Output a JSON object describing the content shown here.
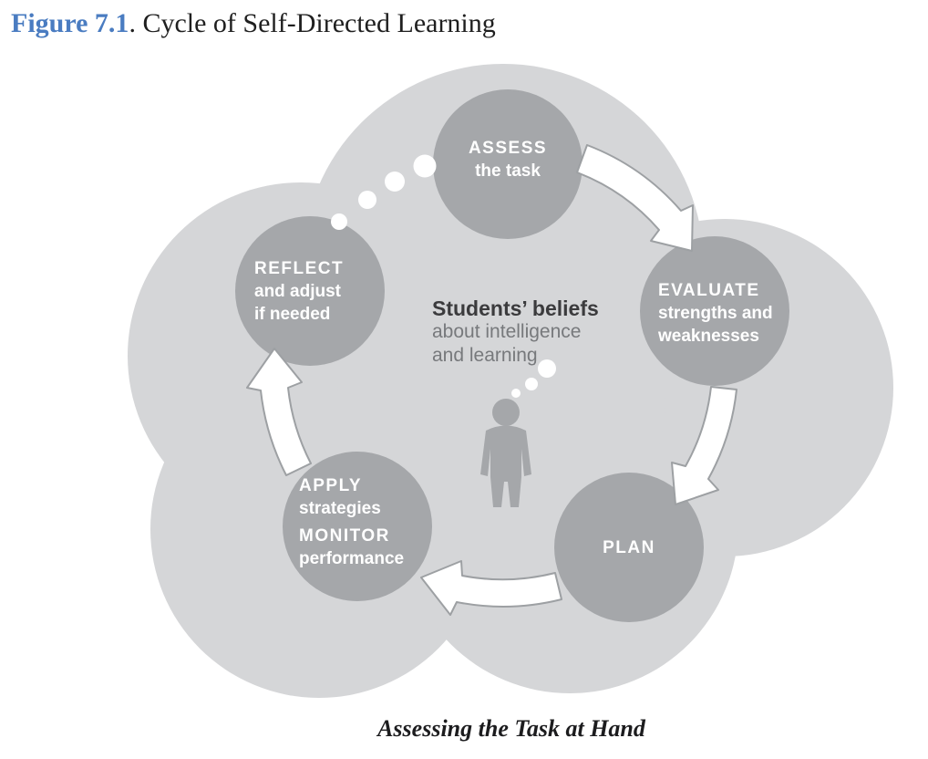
{
  "title": {
    "figure_label": "Figure 7.1",
    "rest": ". Cycle of Self-Directed Learning"
  },
  "caption": "Assessing the Task at Hand",
  "center_text": {
    "line1": "Students’ beliefs",
    "line2": "about intelligence",
    "line3": "and learning"
  },
  "nodes": {
    "assess": {
      "title": "ASSESS",
      "line2": "the task"
    },
    "evaluate": {
      "title": "EVALUATE",
      "line2": "strengths and",
      "line3": "weaknesses"
    },
    "plan": {
      "title": "PLAN"
    },
    "apply": {
      "title": "APPLY",
      "line2": "strategies",
      "title2": "MONITOR",
      "line4": "performance"
    },
    "reflect": {
      "title": "REFLECT",
      "line2": "and adjust",
      "line3": "if needed"
    }
  },
  "flow_order": [
    "assess",
    "evaluate",
    "plan",
    "apply",
    "reflect"
  ],
  "colors": {
    "accent_blue": "#4a7cc1",
    "cloud_gray": "#d5d6d8",
    "node_gray": "#a5a7aa",
    "arrow_fill": "#ffffff",
    "arrow_outline": "#9da0a3",
    "node_text": "#ffffff",
    "center_text_dark": "#3b3b3d",
    "center_text_gray": "#77797c"
  }
}
